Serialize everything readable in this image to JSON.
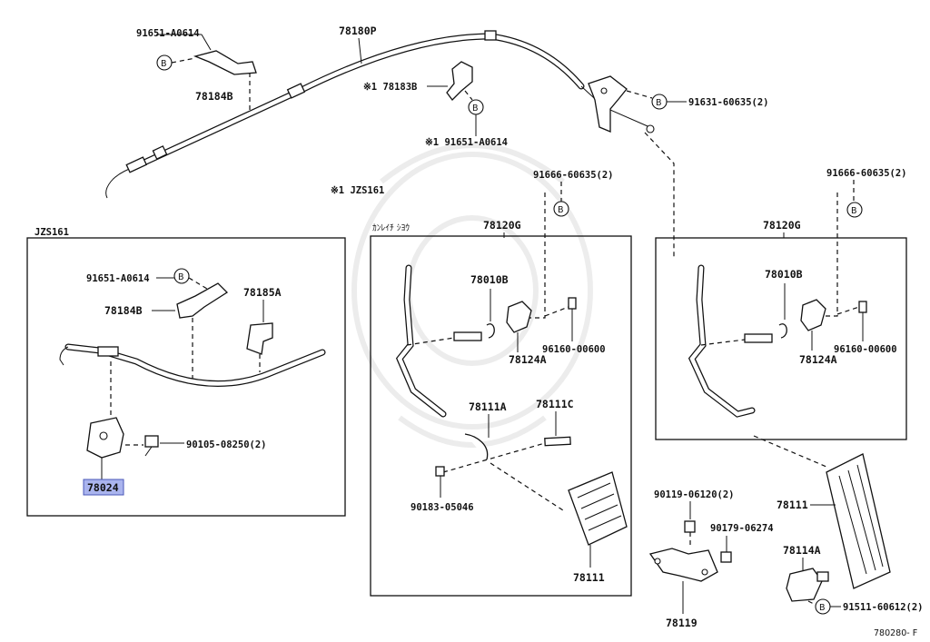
{
  "diagram_id": "780280- F",
  "note": "※1  JZS161",
  "labels": {
    "p91651_top": "91651-A0614",
    "p78184B_top": "78184B",
    "p78180P": "78180P",
    "p78183B": "※1 78183B",
    "p91651_mid": "※1 91651-A0614",
    "p91631": "91631-60635(2)",
    "box1_title": "JZS161",
    "p91651_box": "91651-A0614",
    "p78184B_box": "78184B",
    "p78185A": "78185A",
    "p90105": "90105-08250(2)",
    "p78024": "78024",
    "box2_title": "ｶﾝﾚｲﾁ ｼﾖｳ",
    "p78120G_a": "78120G",
    "p91666_a": "91666-60635(2)",
    "p78010B_a": "78010B",
    "p96160_a": "96160-00600",
    "p78124A_a": "78124A",
    "p78111A": "78111A",
    "p78111C": "78111C",
    "p90183": "90183-05046",
    "p78111_a": "78111",
    "p91666_b": "91666-60635(2)",
    "p78120G_b": "78120G",
    "p78010B_b": "78010B",
    "p96160_b": "96160-00600",
    "p78124A_b": "78124A",
    "p78111_b": "78111",
    "p90119": "90119-06120(2)",
    "p90179": "90179-06274",
    "p78114A": "78114A",
    "p91511": "91511-60612(2)",
    "p78119": "78119",
    "b": "B"
  },
  "colors": {
    "line": "#111111",
    "highlight": "#aab4ee"
  }
}
